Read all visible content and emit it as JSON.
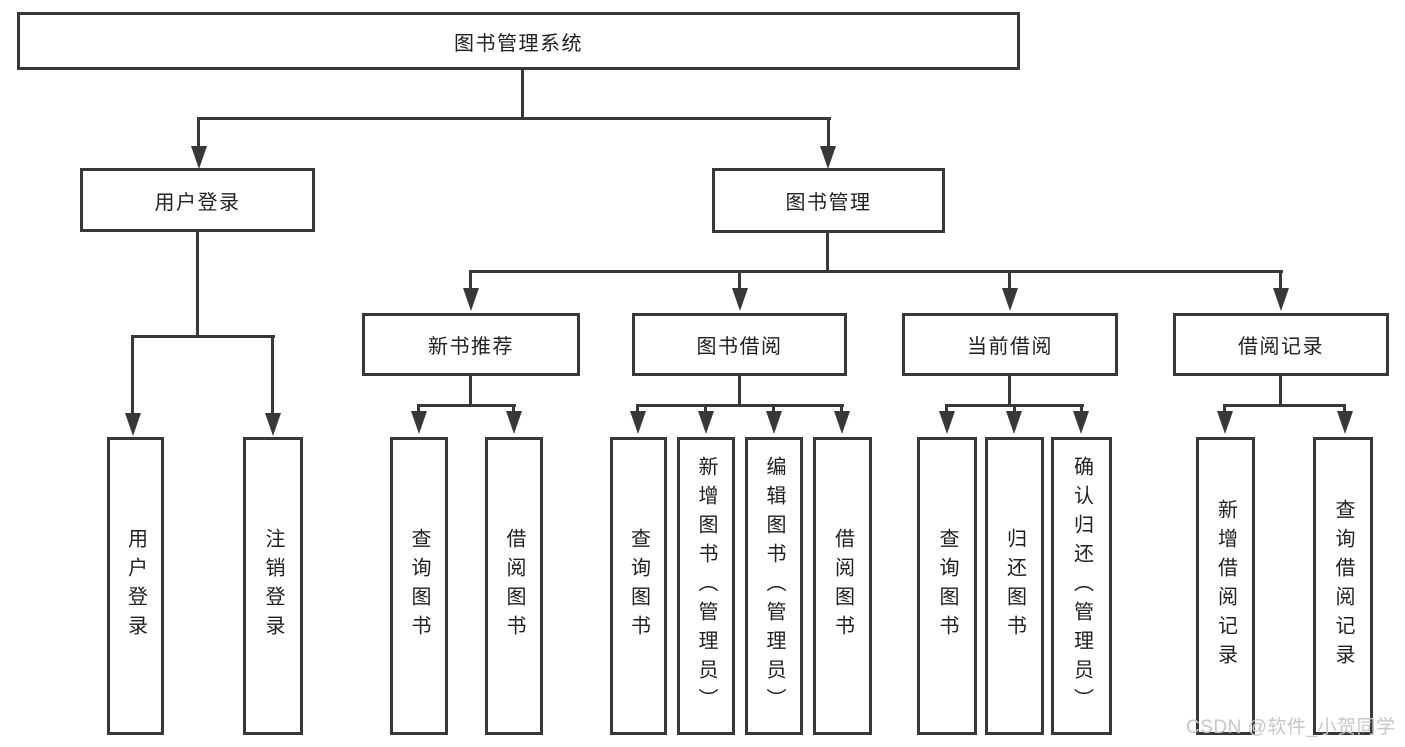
{
  "diagram": {
    "root": "图书管理系统",
    "level2": {
      "user_login": "用户登录",
      "book_management": "图书管理"
    },
    "user_login_children": {
      "login": "用户登录",
      "logout": "注销登录"
    },
    "book_management_children": {
      "new_book_recommend": "新书推荐",
      "book_borrow": "图书借阅",
      "current_borrow": "当前借阅",
      "borrow_records": "借阅记录"
    },
    "new_book_recommend_children": {
      "query_books": "查询图书",
      "borrow_books": "借阅图书"
    },
    "book_borrow_children": {
      "query_books": "查询图书",
      "add_books_admin": "新增图书（管理员）",
      "edit_books_admin": "编辑图书（管理员）",
      "borrow_books": "借阅图书"
    },
    "current_borrow_children": {
      "query_books": "查询图书",
      "return_books": "归还图书",
      "confirm_return_admin": "确认归还（管理员）"
    },
    "borrow_records_children": {
      "add_borrow_record": "新增借阅记录",
      "query_borrow_record": "查询借阅记录"
    }
  },
  "watermark": "CSDN @软件_小贺同学",
  "colors": {
    "line": "#383838",
    "text": "#1f1f1f",
    "watermark": "#c7c7c7",
    "background": "#ffffff"
  }
}
